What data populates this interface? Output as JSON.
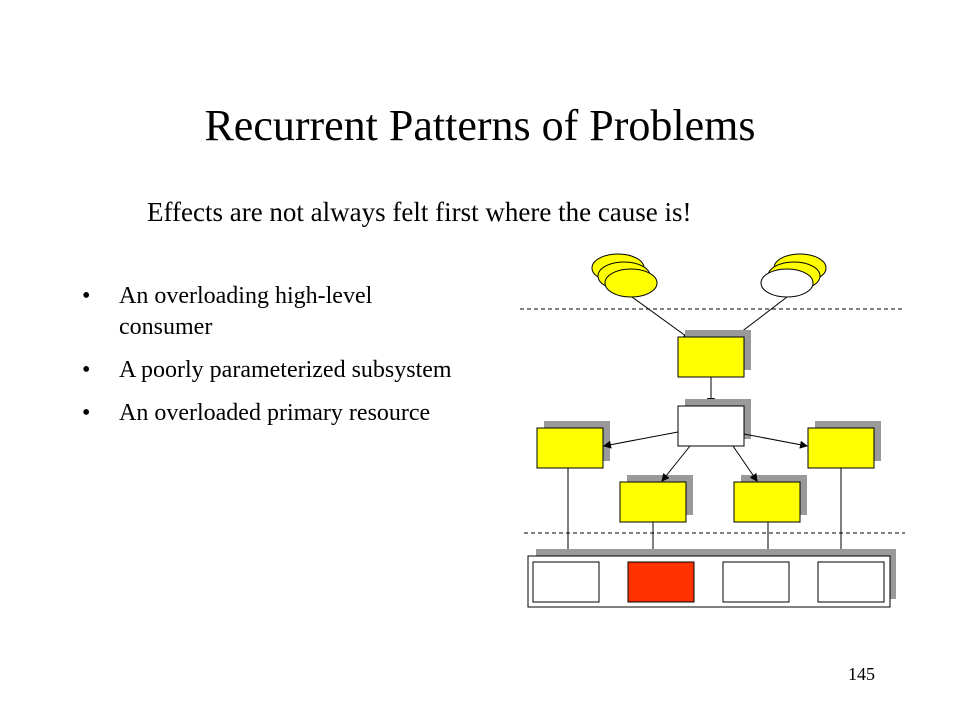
{
  "slide": {
    "title": "Recurrent Patterns of Problems",
    "subtitle": "Effects are not always felt first where the cause is!",
    "bullets": [
      "An overloading high-level consumer",
      "A poorly parameterized subsystem",
      "An overloaded primary resource"
    ],
    "bullet_symbol": "•",
    "page_number": "145"
  },
  "diagram": {
    "colors": {
      "yellow": "#ffff00",
      "white": "#ffffff",
      "red": "#ff3300",
      "shadow": "#999999",
      "stroke": "#000000"
    }
  }
}
